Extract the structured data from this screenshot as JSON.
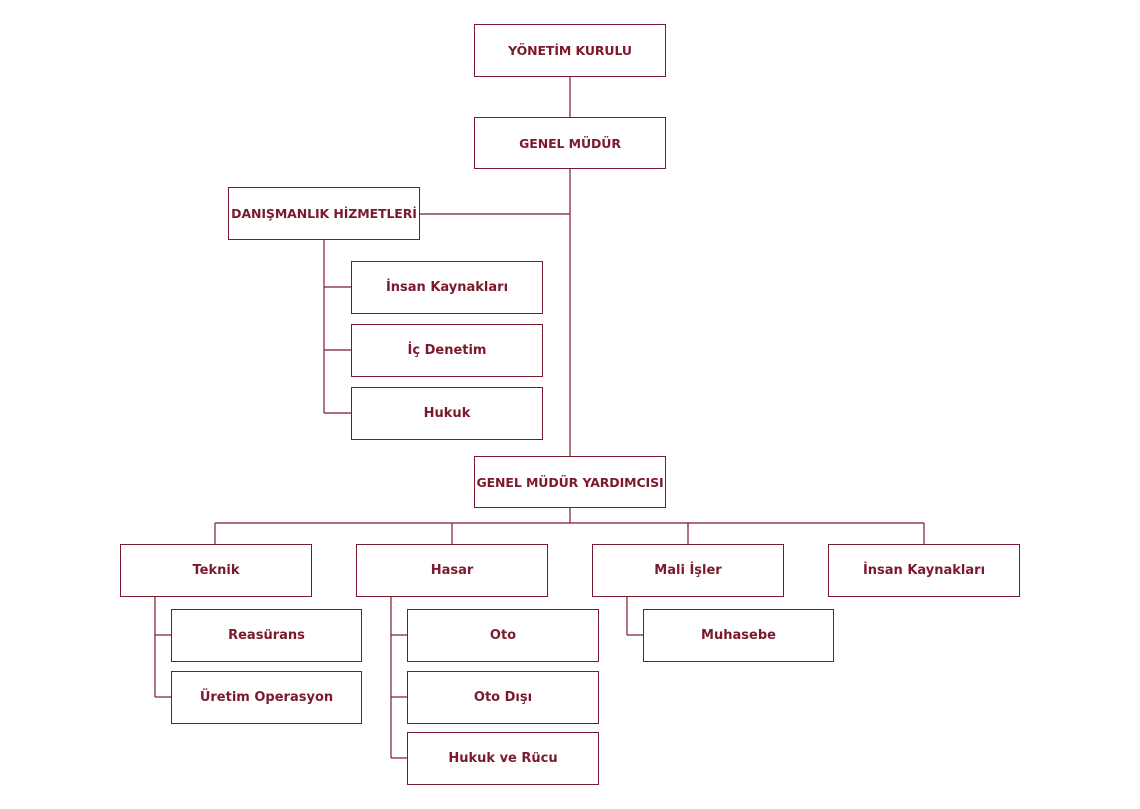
{
  "colors": {
    "line": "#7a1a2c",
    "text": "#7a1a2c",
    "background": "#ffffff"
  },
  "org_chart": {
    "board": "YÖNETİM KURULU",
    "general_manager": "GENEL MÜDÜR",
    "consulting": {
      "title": "DANIŞMANLIK HİZMETLERİ",
      "children": [
        "İnsan Kaynakları",
        "İç Denetim",
        "Hukuk"
      ]
    },
    "assistant_gm": "GENEL MÜDÜR YARDIMCISI",
    "departments": [
      {
        "title": "Teknik",
        "children": [
          "Reasürans",
          "Üretim Operasyon"
        ]
      },
      {
        "title": "Hasar",
        "children": [
          "Oto",
          "Oto Dışı",
          "Hukuk ve Rücu"
        ]
      },
      {
        "title": "Mali İşler",
        "children": [
          "Muhasebe"
        ]
      },
      {
        "title": "İnsan Kaynakları",
        "children": []
      }
    ]
  }
}
